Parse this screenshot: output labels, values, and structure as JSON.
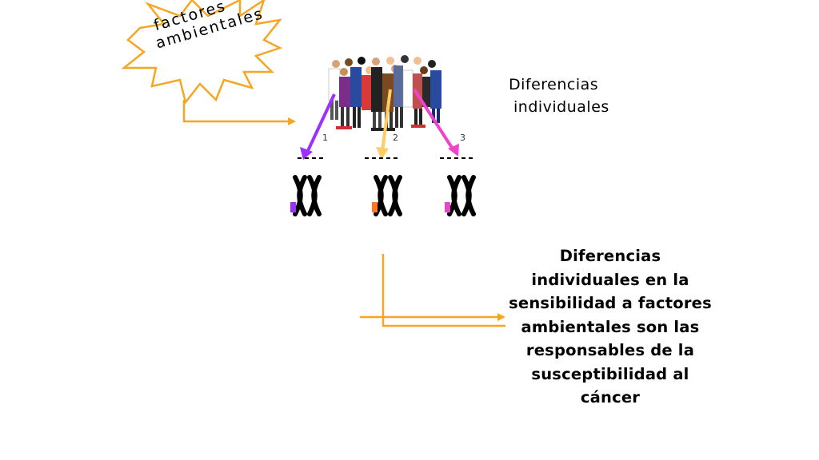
{
  "star_label": {
    "line1": "factores",
    "line2": "ambientales"
  },
  "individual_label": {
    "line1": "Diferencias",
    "line2": "individuales"
  },
  "conclusion_text": "Diferencias individuales en la sensibilidad a factores ambientales son  las responsables de la susceptibilidad al cáncer",
  "chromosome_numbers": [
    "1",
    "2",
    "3"
  ],
  "colors": {
    "star_stroke": "#f5a623",
    "flow_arrow": "#f5a623",
    "arrow_purple": "#9b30ff",
    "arrow_yellow": "#ffcc66",
    "arrow_magenta": "#ee44cc",
    "marker_purple": "#9b30ff",
    "marker_orange": "#ff7722",
    "marker_magenta": "#ee44cc"
  }
}
